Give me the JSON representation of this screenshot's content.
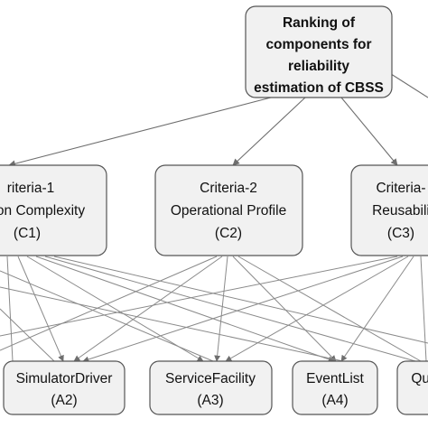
{
  "goal": {
    "lines": [
      "Ranking of",
      "components for",
      "reliability",
      "estimation of CBSS"
    ]
  },
  "criteria": [
    {
      "line1": "riteria-1",
      "line2": "on Complexity",
      "code": "(C1)"
    },
    {
      "line1": "Criteria-2",
      "line2": "Operational Profile",
      "code": "(C2)"
    },
    {
      "line1": "Criteria-",
      "line2": "Reusabili",
      "code": "(C3)"
    }
  ],
  "alternatives": [
    {
      "name": "SimulatorDriver",
      "code": "(A2)"
    },
    {
      "name": "ServiceFacility",
      "code": "(A3)"
    },
    {
      "name": "EventList",
      "code": "(A4)"
    },
    {
      "name": "Que",
      "code": ""
    }
  ]
}
